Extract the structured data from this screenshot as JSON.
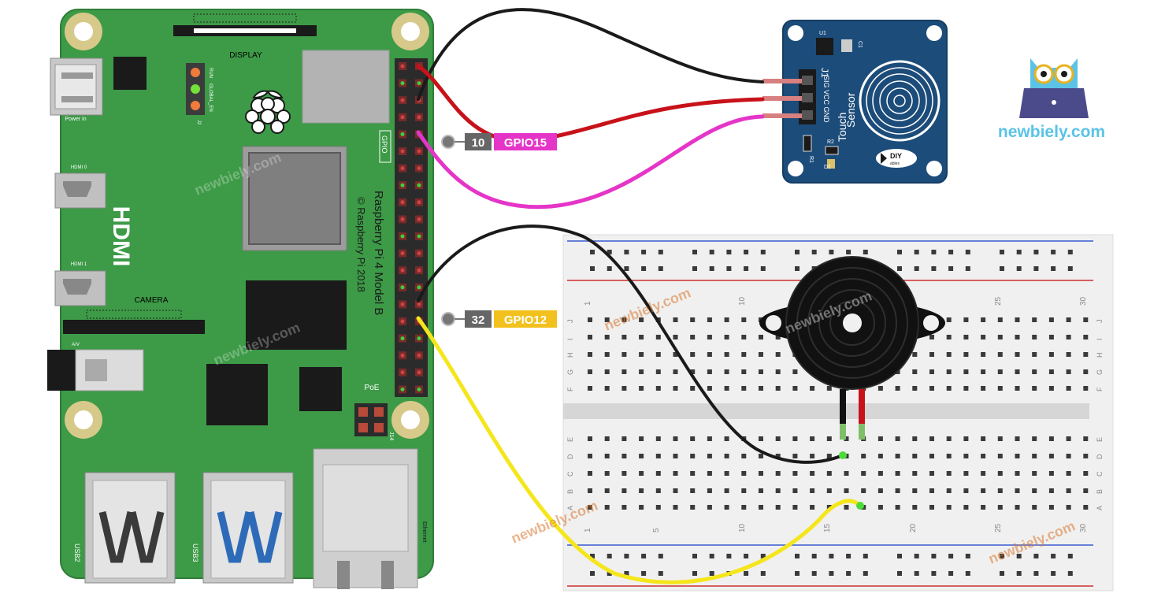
{
  "board": {
    "model_line1": "Raspberry Pi 4 Model B",
    "model_line2": "© Raspberry Pi 2018",
    "hdmi_big": "HDMI",
    "hdmi0": "HDMI 0",
    "hdmi1": "HDMI 1",
    "display": "DISPLAY",
    "camera": "CAMERA",
    "power": "Power in",
    "gpio": "GPIO",
    "poe": "PoE",
    "j14": "J14",
    "j2": "J2",
    "usb2": "USB2",
    "usb3": "USB3",
    "ethernet": "Ethernet",
    "av": "A/V",
    "led_run": "RUN",
    "led_global": "GLOBAL_EN"
  },
  "pins": {
    "pin10": {
      "number": "10",
      "label": "GPIO15",
      "color": "#e535c8"
    },
    "pin32": {
      "number": "32",
      "label": "GPIO12",
      "color": "#f2c11d"
    }
  },
  "sensor": {
    "title_line1": "Touch",
    "title_line2": "Sensor",
    "j1": "J1",
    "pins": "SIG VCC GND",
    "u1": "U1",
    "c1": "C1",
    "r1": "R1",
    "r2": "R2",
    "d1": "D1",
    "brand": "DIY",
    "brand_sub": "ables"
  },
  "breadboard": {
    "numbers_top": [
      "1",
      "10",
      "25",
      "30"
    ],
    "numbers_bottom": [
      "1",
      "5",
      "10",
      "15",
      "20",
      "25",
      "30"
    ],
    "rows_top": [
      "J",
      "I",
      "H",
      "G",
      "F"
    ],
    "rows_bottom": [
      "E",
      "D",
      "C",
      "B",
      "A"
    ]
  },
  "logo": {
    "text": "newbiely.com"
  },
  "watermark": "newbiely.com",
  "colors": {
    "board": "#3d9a47",
    "wire_black": "#1a1a1a",
    "wire_red": "#c8121a",
    "wire_pink": "#e535c8",
    "wire_yellow": "#f5e61c",
    "sensor_pcb": "#1c4c7a",
    "buzzer": "#111111"
  }
}
